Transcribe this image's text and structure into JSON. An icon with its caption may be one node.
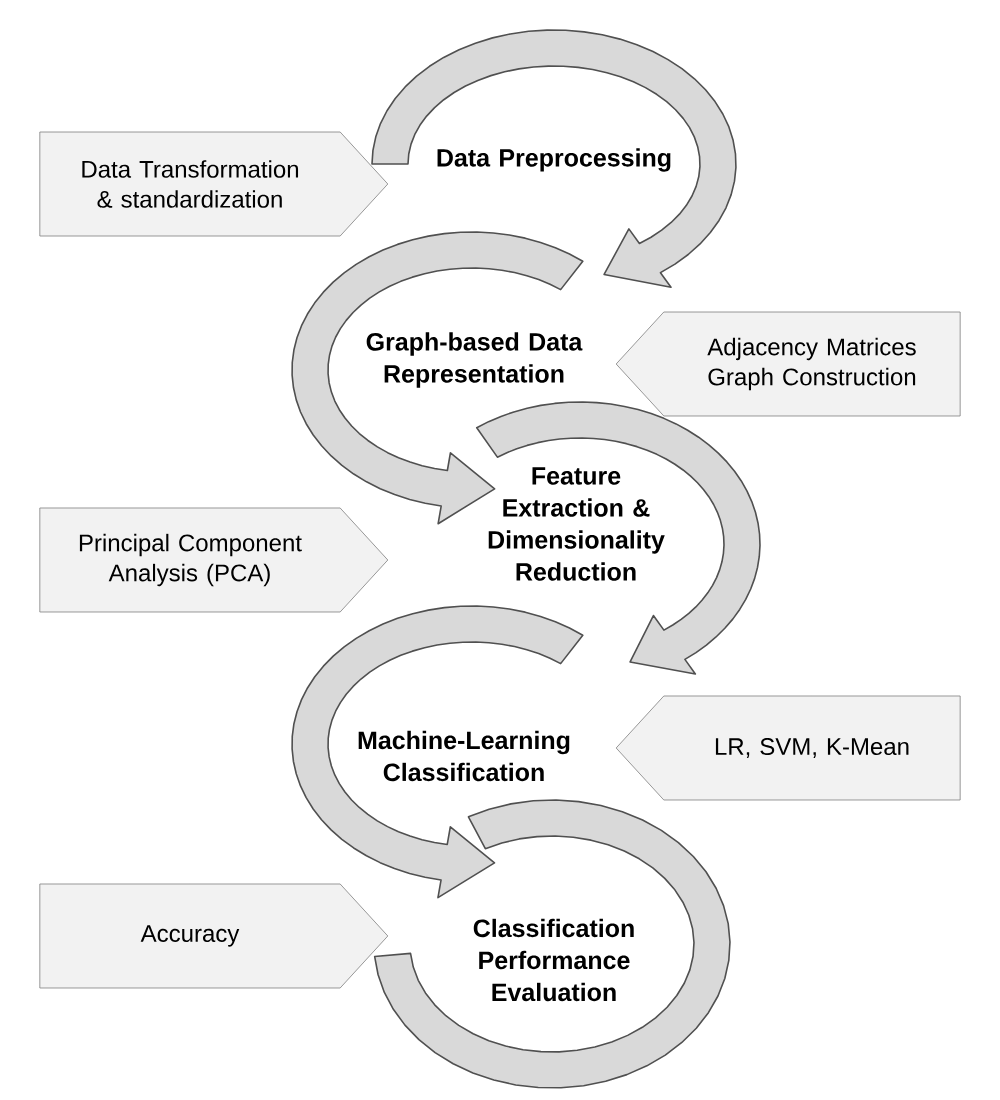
{
  "diagram": {
    "nodes": [
      {
        "text": [
          "Data Preprocessing"
        ]
      },
      {
        "text": [
          "Data Transformation & standardization"
        ]
      },
      {
        "text": [
          "Graph-based Data Representation"
        ]
      },
      {
        "text": [
          "Adjacency Matrices Graph Construction"
        ]
      },
      {
        "text": [
          "Feature Extraction & Dimensionality Reduction"
        ]
      },
      {
        "text": [
          "Principal Component Analysis (PCA)"
        ]
      },
      {
        "text": [
          "Machine-Learning Classification"
        ]
      },
      {
        "text": [
          "LR, SVM, K-Mean"
        ]
      },
      {
        "text": [
          "Classification Performance Evaluation"
        ]
      },
      {
        "text": [
          "Accuracy"
        ]
      }
    ],
    "edges": [
      {
        "from": 0,
        "to": 2,
        "arrow": "to"
      },
      {
        "from": 2,
        "to": 4,
        "arrow": "to"
      },
      {
        "from": 4,
        "to": 6,
        "arrow": "to"
      },
      {
        "from": 6,
        "to": 8,
        "arrow": "to"
      }
    ]
  }
}
